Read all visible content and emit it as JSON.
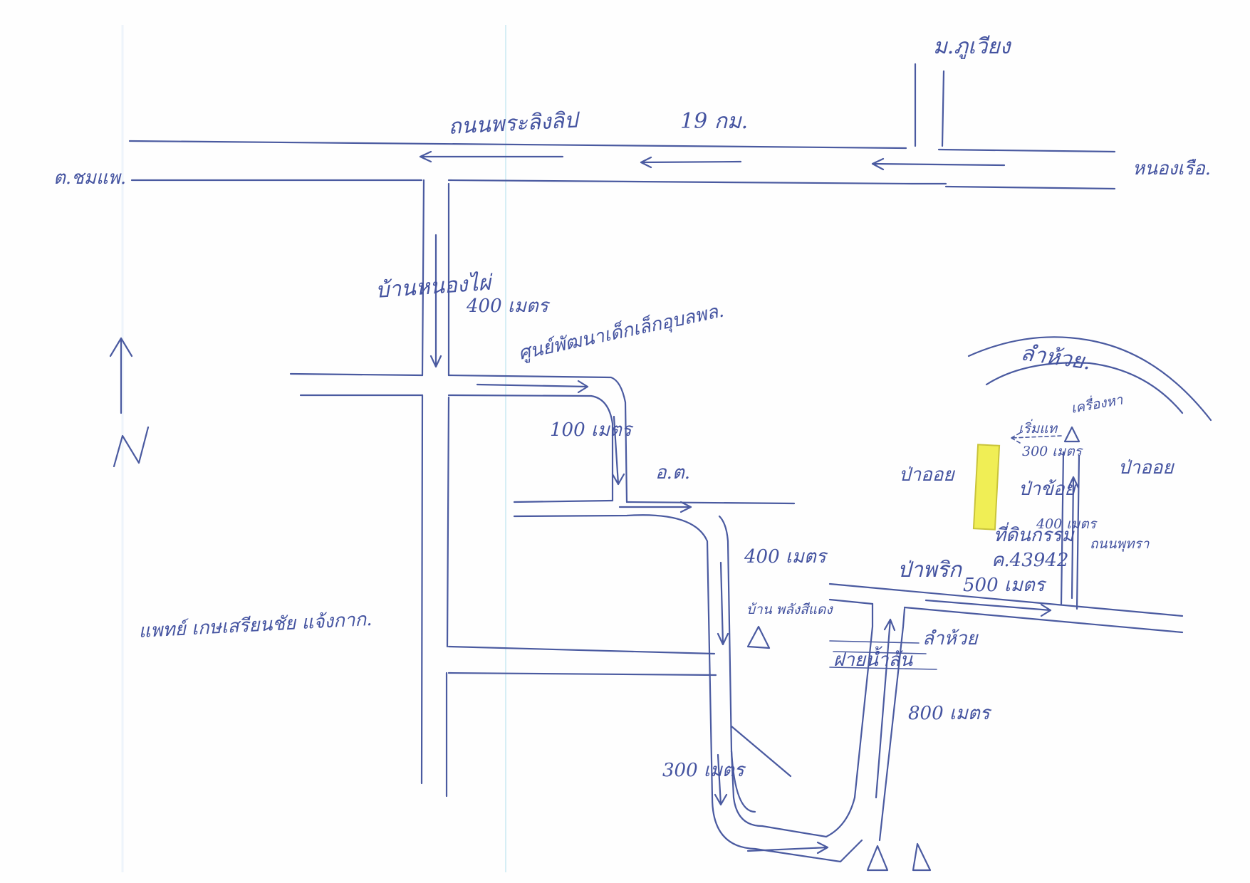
{
  "labels": {
    "road_highway": "ถนนพระลิงลิป",
    "distance_19km": "19 กม.",
    "north_left_end": "ต.ชมแพ.",
    "north_right_end": "หนองเรือ.",
    "junction_top": "ม.ภูเวียง",
    "village_nongfai": "บ้านหนองไผ่",
    "dist_400m_a": "400 เมตร",
    "center_name": "ศูนย์พัฒนาเด็กเล็กอุบลพล.",
    "dist_100m": "100 เมตร",
    "school": "อ.ต.",
    "dist_400m_b": "400 เมตร",
    "left_lower_note": "แพทย์ เกษเสรียนชัย แจ้งกาก.",
    "village_right": "บ้าน พลังสีแดง",
    "canal_lower": "ฝายน้ำล้น",
    "stream_lower": "ลำห้วย",
    "dist_800m": "800 เมตร",
    "dist_300m": "300 เมตร",
    "stream_top": "ลำห้วย.",
    "start_point": "เริ่มแท",
    "end_point": "เครื่องหา",
    "dist_300m_small": "300 เมตร",
    "forest_left": "ป่าออย",
    "forest_right": "ป่าออย",
    "forest_center": "ป่าข้อย",
    "dist_400m_c": "400 เมตร",
    "place_mark": "ที่ดินกรรม",
    "parcel_no": "ค.43942",
    "field_label": "ป่าพริก",
    "road_name_right": "ถนนพุทรา",
    "dist_500m": "500 เมตร"
  },
  "colors": {
    "ink": "#4a5aa0",
    "highlight": "#f0ee55",
    "highlight_border": "#c9c43a",
    "paper": "#fefefe"
  },
  "icons": {
    "north_arrow": "north-arrow-icon",
    "landmark_triangle": "triangle-marker-icon"
  }
}
